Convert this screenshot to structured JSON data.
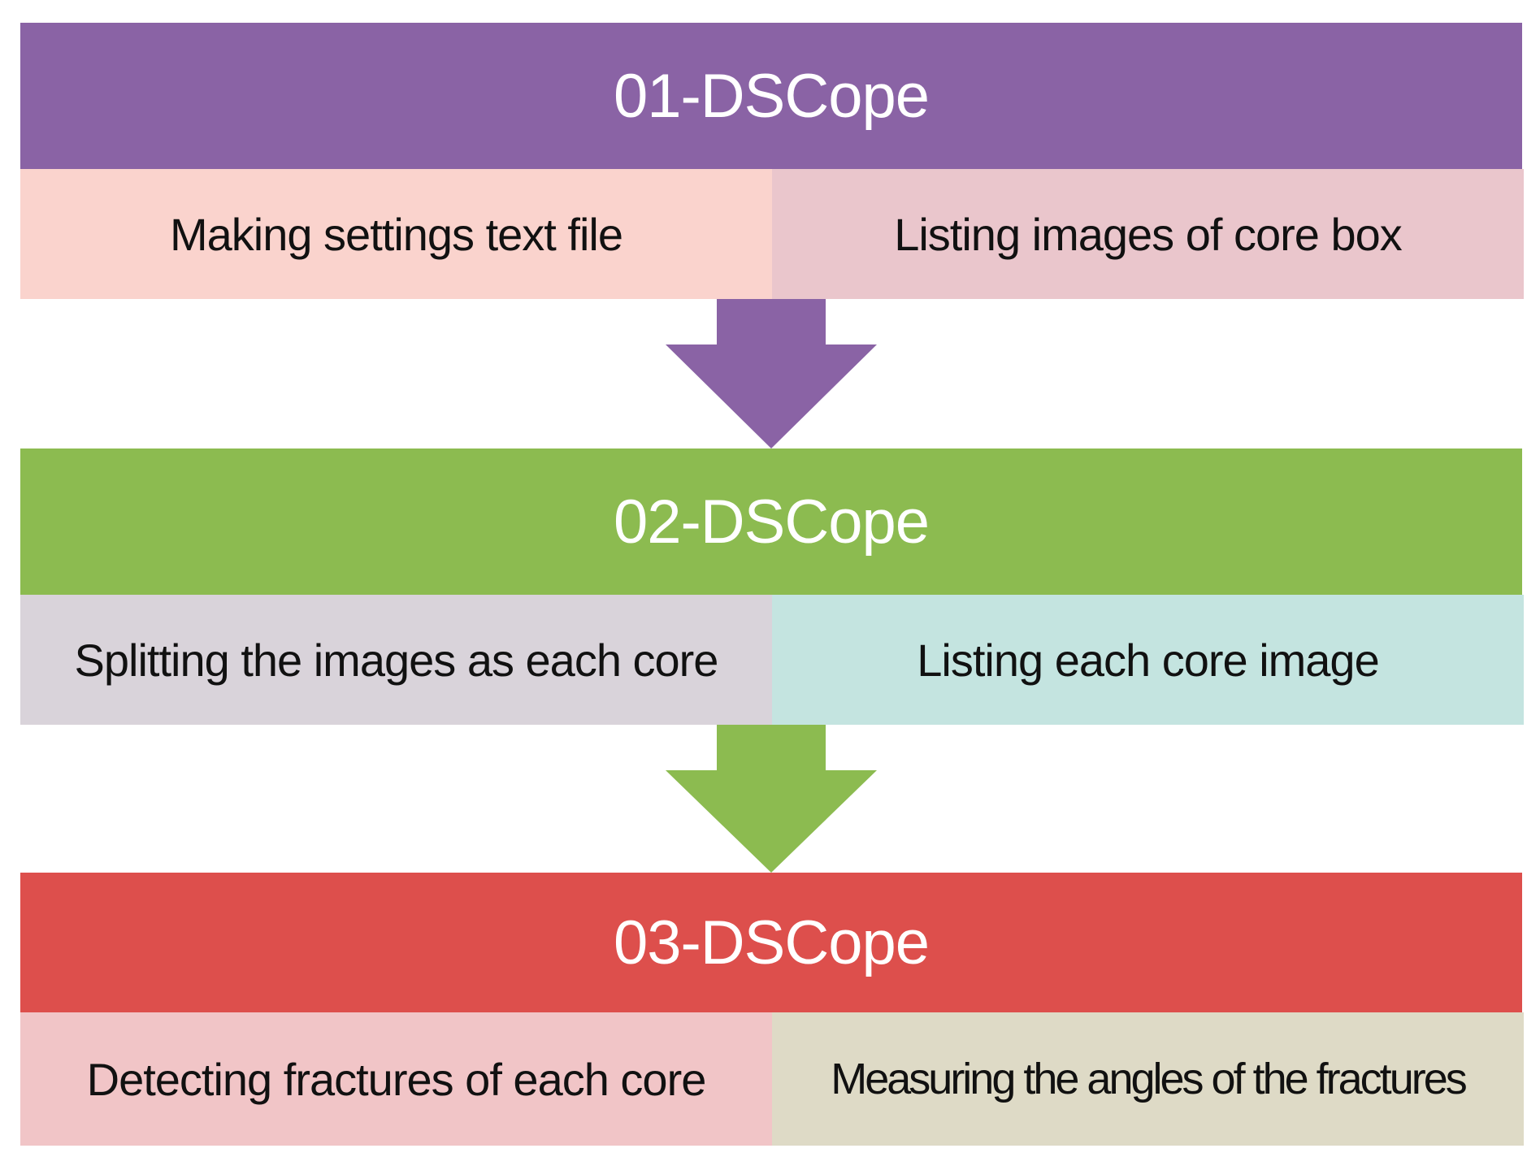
{
  "stages": [
    {
      "title": "01-DSCope",
      "color": "#8a63a5",
      "tasks": [
        {
          "label": "Making settings text file",
          "color": "#fad3cd"
        },
        {
          "label": "Listing images of core box",
          "color": "#eac6cc"
        }
      ]
    },
    {
      "title": "02-DSCope",
      "color": "#8cbb50",
      "tasks": [
        {
          "label": "Splitting the images as each core",
          "color": "#d9d3da"
        },
        {
          "label": "Listing each core image",
          "color": "#c4e4e0"
        }
      ]
    },
    {
      "title": "03-DSCope",
      "color": "#dd4f4c",
      "tasks": [
        {
          "label": "Detecting fractures of each core",
          "color": "#f1c5c7"
        },
        {
          "label": "Measuring the angles of the fractures",
          "color": "#dedac6"
        }
      ]
    }
  ]
}
